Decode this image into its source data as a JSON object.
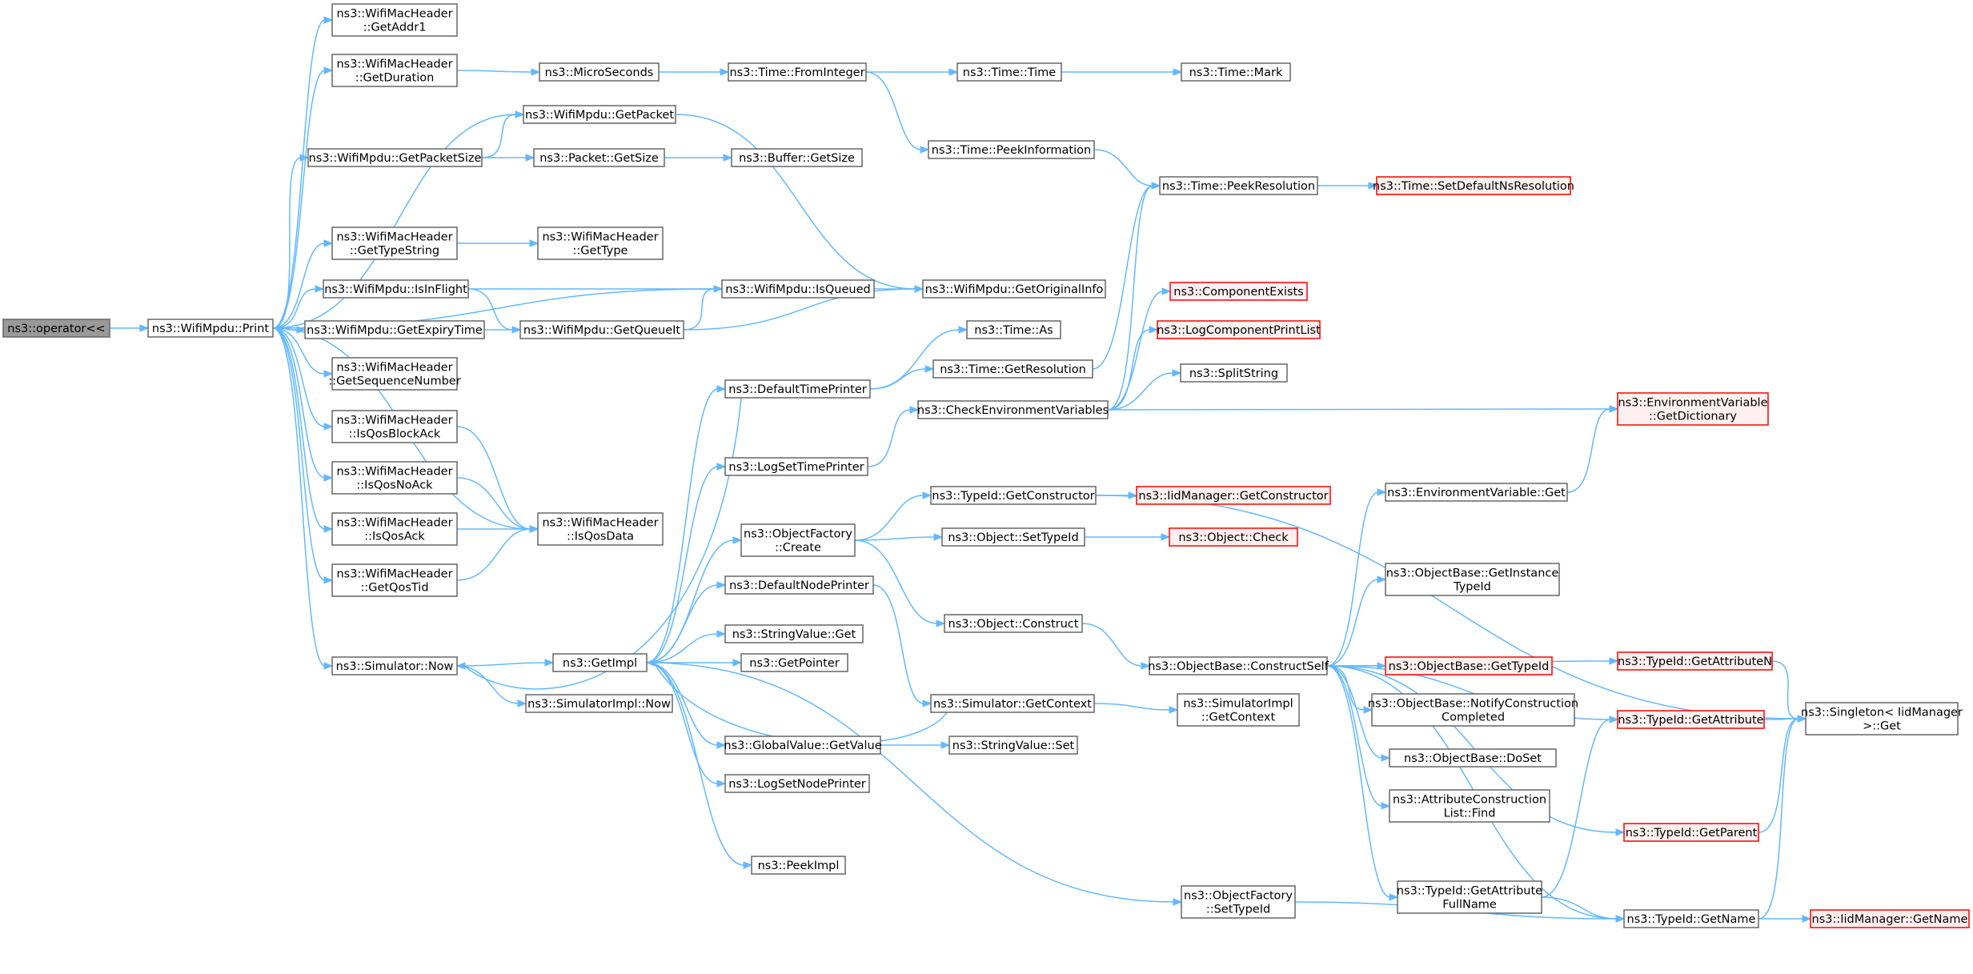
{
  "colors": {
    "node_fill": "#ffffff",
    "node_stroke": "#666666",
    "root_fill": "#999999",
    "root_stroke": "#666666",
    "truncated_fill": "#fff0f0",
    "truncated_stroke": "#ff0000",
    "edge": "#63b8ff",
    "text": "#000000"
  },
  "nodes": [
    {
      "id": "root",
      "lines": [
        "ns3::operator<<"
      ],
      "style": "root"
    },
    {
      "id": "print",
      "lines": [
        "ns3::WifiMpdu::Print"
      ]
    },
    {
      "id": "getaddr1",
      "lines": [
        "ns3::WifiMacHeader",
        "::GetAddr1"
      ]
    },
    {
      "id": "getduration",
      "lines": [
        "ns3::WifiMacHeader",
        "::GetDuration"
      ]
    },
    {
      "id": "microseconds",
      "lines": [
        "ns3::MicroSeconds"
      ]
    },
    {
      "id": "frominteger",
      "lines": [
        "ns3::Time::FromInteger"
      ]
    },
    {
      "id": "timetime",
      "lines": [
        "ns3::Time::Time"
      ]
    },
    {
      "id": "mark",
      "lines": [
        "ns3::Time::Mark"
      ]
    },
    {
      "id": "getpacket",
      "lines": [
        "ns3::WifiMpdu::GetPacket"
      ]
    },
    {
      "id": "getpacketsize",
      "lines": [
        "ns3::WifiMpdu::GetPacketSize"
      ]
    },
    {
      "id": "packetgetsize",
      "lines": [
        "ns3::Packet::GetSize"
      ]
    },
    {
      "id": "buffergetsize",
      "lines": [
        "ns3::Buffer::GetSize"
      ]
    },
    {
      "id": "peekinformation",
      "lines": [
        "ns3::Time::PeekInformation"
      ]
    },
    {
      "id": "peekresolution",
      "lines": [
        "ns3::Time::PeekResolution"
      ]
    },
    {
      "id": "setdefaultnsres",
      "lines": [
        "ns3::Time::SetDefaultNsResolution"
      ],
      "style": "truncated"
    },
    {
      "id": "gettypestring",
      "lines": [
        "ns3::WifiMacHeader",
        "::GetTypeString"
      ]
    },
    {
      "id": "gettype",
      "lines": [
        "ns3::WifiMacHeader",
        "::GetType"
      ]
    },
    {
      "id": "isinflight",
      "lines": [
        "ns3::WifiMpdu::IsInFlight"
      ]
    },
    {
      "id": "isqueued",
      "lines": [
        "ns3::WifiMpdu::IsQueued"
      ]
    },
    {
      "id": "getoriginalinfo",
      "lines": [
        "ns3::WifiMpdu::GetOriginalInfo"
      ]
    },
    {
      "id": "getexpirytime",
      "lines": [
        "ns3::WifiMpdu::GetExpiryTime"
      ]
    },
    {
      "id": "getqueueit",
      "lines": [
        "ns3::WifiMpdu::GetQueueIt"
      ]
    },
    {
      "id": "componentexists",
      "lines": [
        "ns3::ComponentExists"
      ],
      "style": "truncated"
    },
    {
      "id": "logcomponentprintlist",
      "lines": [
        "ns3::LogComponentPrintList"
      ],
      "style": "truncated"
    },
    {
      "id": "timeas",
      "lines": [
        "ns3::Time::As"
      ]
    },
    {
      "id": "getresolution",
      "lines": [
        "ns3::Time::GetResolution"
      ]
    },
    {
      "id": "splitstring",
      "lines": [
        "ns3::SplitString"
      ]
    },
    {
      "id": "getseqnum",
      "lines": [
        "ns3::WifiMacHeader",
        "::GetSequenceNumber"
      ]
    },
    {
      "id": "defaulttimeprinter",
      "lines": [
        "ns3::DefaultTimePrinter"
      ]
    },
    {
      "id": "checkenv",
      "lines": [
        "ns3::CheckEnvironmentVariables"
      ]
    },
    {
      "id": "envgetdict",
      "lines": [
        "ns3::EnvironmentVariable",
        "::GetDictionary"
      ],
      "style": "truncated"
    },
    {
      "id": "isqosblockack",
      "lines": [
        "ns3::WifiMacHeader",
        "::IsQosBlockAck"
      ]
    },
    {
      "id": "logsettimeprinter",
      "lines": [
        "ns3::LogSetTimePrinter"
      ]
    },
    {
      "id": "isqosnoack",
      "lines": [
        "ns3::WifiMacHeader",
        "::IsQosNoAck"
      ]
    },
    {
      "id": "typeidgetconstructor",
      "lines": [
        "ns3::TypeId::GetConstructor"
      ]
    },
    {
      "id": "iidgetconstructor",
      "lines": [
        "ns3::IidManager::GetConstructor"
      ],
      "style": "truncated"
    },
    {
      "id": "envget",
      "lines": [
        "ns3::EnvironmentVariable::Get"
      ]
    },
    {
      "id": "isqosack",
      "lines": [
        "ns3::WifiMacHeader",
        "::IsQosAck"
      ]
    },
    {
      "id": "isqosdata",
      "lines": [
        "ns3::WifiMacHeader",
        "::IsQosData"
      ]
    },
    {
      "id": "objfactorycreate",
      "lines": [
        "ns3::ObjectFactory",
        "::Create"
      ]
    },
    {
      "id": "objsettypeid",
      "lines": [
        "ns3::Object::SetTypeId"
      ]
    },
    {
      "id": "objcheck",
      "lines": [
        "ns3::Object::Check"
      ],
      "style": "truncated"
    },
    {
      "id": "getqostid",
      "lines": [
        "ns3::WifiMacHeader",
        "::GetQosTid"
      ]
    },
    {
      "id": "defaultnodeprinter",
      "lines": [
        "ns3::DefaultNodePrinter"
      ]
    },
    {
      "id": "getinstancetypeid",
      "lines": [
        "ns3::ObjectBase::GetInstance",
        "TypeId"
      ]
    },
    {
      "id": "objconstruct",
      "lines": [
        "ns3::Object::Construct"
      ]
    },
    {
      "id": "stringvalueget",
      "lines": [
        "ns3::StringValue::Get"
      ]
    },
    {
      "id": "simnow",
      "lines": [
        "ns3::Simulator::Now"
      ]
    },
    {
      "id": "getimpl",
      "lines": [
        "ns3::GetImpl"
      ]
    },
    {
      "id": "getpointer",
      "lines": [
        "ns3::GetPointer"
      ]
    },
    {
      "id": "constructself",
      "lines": [
        "ns3::ObjectBase::ConstructSelf"
      ]
    },
    {
      "id": "objbasegettypeid",
      "lines": [
        "ns3::ObjectBase::GetTypeId"
      ],
      "style": "truncated"
    },
    {
      "id": "getattributen",
      "lines": [
        "ns3::TypeId::GetAttributeN"
      ],
      "style": "truncated"
    },
    {
      "id": "simimplnow",
      "lines": [
        "ns3::SimulatorImpl::Now"
      ]
    },
    {
      "id": "simgetcontext",
      "lines": [
        "ns3::Simulator::GetContext"
      ]
    },
    {
      "id": "simimplgetcontext",
      "lines": [
        "ns3::SimulatorImpl",
        "::GetContext"
      ]
    },
    {
      "id": "notifyconstruction",
      "lines": [
        "ns3::ObjectBase::NotifyConstruction",
        "Completed"
      ]
    },
    {
      "id": "getattribute",
      "lines": [
        "ns3::TypeId::GetAttribute"
      ],
      "style": "truncated"
    },
    {
      "id": "singletonget",
      "lines": [
        "ns3::Singleton< IidManager",
        ">::Get"
      ]
    },
    {
      "id": "globalvaluegetvalue",
      "lines": [
        "ns3::GlobalValue::GetValue"
      ]
    },
    {
      "id": "stringvalueset",
      "lines": [
        "ns3::StringValue::Set"
      ]
    },
    {
      "id": "doset",
      "lines": [
        "ns3::ObjectBase::DoSet"
      ]
    },
    {
      "id": "logsetnodeprinter",
      "lines": [
        "ns3::LogSetNodePrinter"
      ]
    },
    {
      "id": "attrconstructionfind",
      "lines": [
        "ns3::AttributeConstruction",
        "List::Find"
      ]
    },
    {
      "id": "getparent",
      "lines": [
        "ns3::TypeId::GetParent"
      ],
      "style": "truncated"
    },
    {
      "id": "peekimpl",
      "lines": [
        "ns3::PeekImpl"
      ]
    },
    {
      "id": "getattributefullname",
      "lines": [
        "ns3::TypeId::GetAttribute",
        "FullName"
      ]
    },
    {
      "id": "objfactorysettypeid",
      "lines": [
        "ns3::ObjectFactory",
        "::SetTypeId"
      ]
    },
    {
      "id": "typeidgetname",
      "lines": [
        "ns3::TypeId::GetName"
      ]
    },
    {
      "id": "iidgetname",
      "lines": [
        "ns3::IidManager::GetName"
      ],
      "style": "truncated"
    }
  ]
}
